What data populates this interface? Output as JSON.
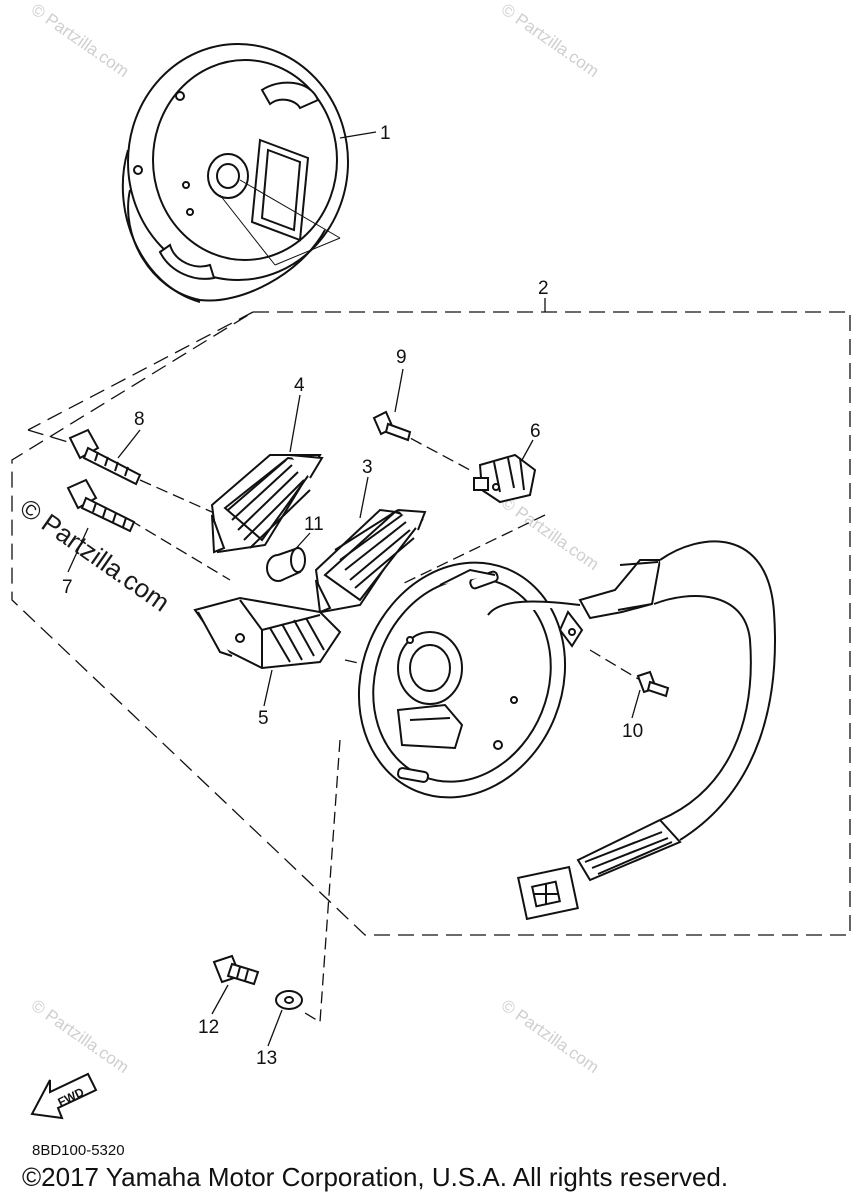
{
  "watermarks": {
    "text": "© Partzilla.com",
    "prominent": "© Partzilla.com"
  },
  "callouts": [
    "1",
    "2",
    "3",
    "4",
    "5",
    "6",
    "7",
    "8",
    "9",
    "10",
    "11",
    "12",
    "13"
  ],
  "fwd_arrow_label": "FWD",
  "diagram_code": "8BD100-5320",
  "copyright": "©2017 Yamaha Motor Corporation, U.S.A. All rights reserved."
}
